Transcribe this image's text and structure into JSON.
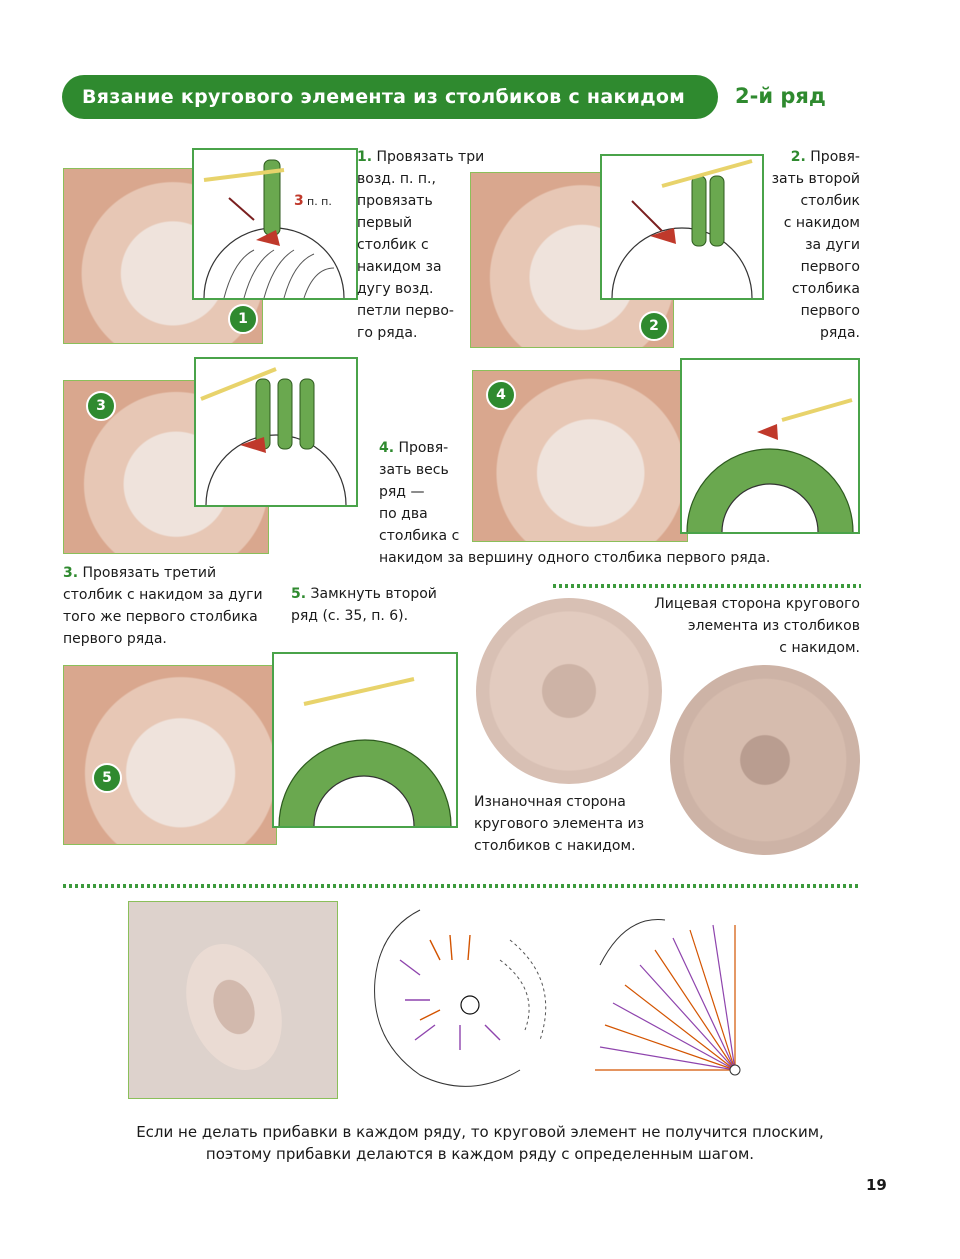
{
  "header": {
    "title": "Вязание кругового элемента из столбиков с накидом",
    "row_label": "2-й ряд"
  },
  "steps": {
    "s1": {
      "num": "1.",
      "lines": [
        "Провязать три",
        "возд. п. п.,",
        "провязать",
        "первый",
        "столбик с",
        "накидом за",
        "дугу возд.",
        "петли перво-",
        "го ряда."
      ]
    },
    "s2": {
      "num": "2.",
      "lines": [
        "Провя-",
        "зать второй",
        "столбик",
        "с  накидом",
        "за дуги",
        "первого",
        "столбика",
        "первого",
        "ряда."
      ]
    },
    "s3": {
      "num": "3.",
      "lines": [
        "Провязать третий",
        "столбик с накидом за дуги",
        "того же первого столбика",
        "первого ряда."
      ]
    },
    "s4": {
      "num": "4.",
      "lines": [
        "Провя-",
        "зать весь",
        "ряд —",
        "по два",
        "столбика с",
        "накидом за вершину одного столбика первого ряда."
      ]
    },
    "s5": {
      "num": "5.",
      "lines": [
        "Замкнуть второй",
        "ряд (с. 35, п. 6)."
      ]
    }
  },
  "badges": [
    "1",
    "2",
    "3",
    "4",
    "5"
  ],
  "diagram_label": {
    "num": "3",
    "text": "п. п."
  },
  "captions": {
    "front": [
      "Лицевая сторона кругового",
      "элемента из столбиков",
      "с накидом."
    ],
    "back": [
      "Изнаночная сторона",
      "кругового элемента из",
      "столбиков с накидом."
    ]
  },
  "bottom_note": [
    "Если не делать прибавки в каждом ряду, то круговой элемент не получится плоским,",
    "поэтому прибавки делаются в каждом ряду с определенным шагом."
  ],
  "page_number": "19",
  "colors": {
    "accent": "#2f8a2f",
    "yarn": "#e7cfc3",
    "stitch_green": "#6aa84f",
    "stitch_red": "#c0392b"
  }
}
